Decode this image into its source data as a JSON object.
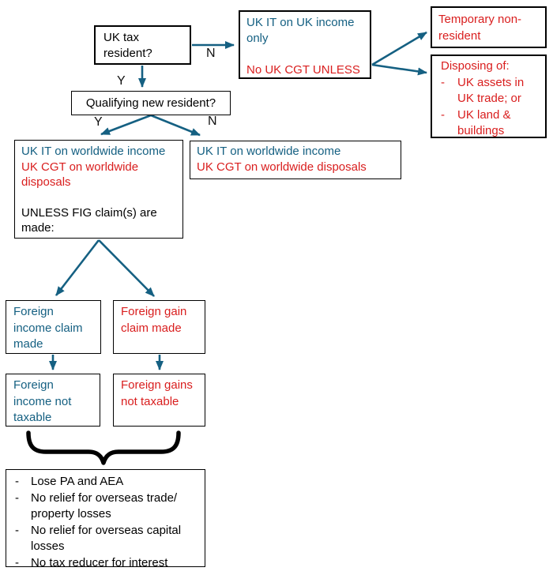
{
  "colors": {
    "blue": "#156082",
    "red": "#D91E1E",
    "black": "#000000",
    "arrow": "#156082"
  },
  "nodes": {
    "uk_tax_resident": {
      "text": "UK tax resident?"
    },
    "qualifying_new_resident": {
      "text": "Qualifying new resident?"
    },
    "uk_it_uk_income": {
      "income_line": "UK IT on UK income only",
      "cgt_line": "No UK CGT UNLESS"
    },
    "temporary_non_resident": {
      "text": "Temporary non-resident"
    },
    "disposing": {
      "header": "Disposing of:",
      "bullet": "-",
      "items": [
        "UK assets in UK trade; or",
        "UK land & buildings"
      ]
    },
    "worldwide_fig": {
      "it_line": "UK IT on worldwide income",
      "cgt_line": "UK CGT on worldwide disposals",
      "unless_line": "UNLESS FIG claim(s) are made:"
    },
    "worldwide_plain": {
      "it_line": "UK IT on worldwide income",
      "cgt_line": "UK CGT on worldwide disposals"
    },
    "foreign_income_claim": {
      "text": "Foreign income claim made"
    },
    "foreign_gain_claim": {
      "text": "Foreign gain claim made"
    },
    "foreign_income_not_taxable": {
      "text": "Foreign income not taxable"
    },
    "foreign_gains_not_taxable": {
      "text": "Foreign gains not taxable"
    },
    "consequences": {
      "bullet": "-",
      "items": [
        "Lose PA and AEA",
        "No relief for overseas trade/ property losses",
        "No relief for overseas capital losses",
        "No tax reducer for interest"
      ]
    }
  },
  "edge_labels": {
    "top_n": "N",
    "top_y": "Y",
    "mid_y": "Y",
    "mid_n": "N"
  }
}
